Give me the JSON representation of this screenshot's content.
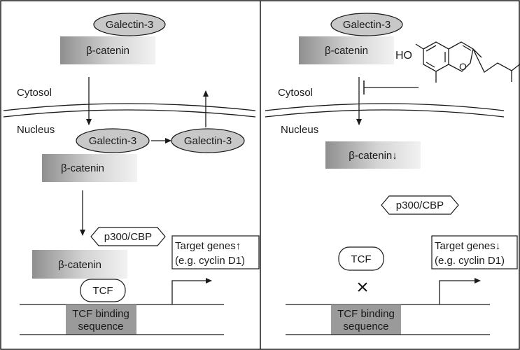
{
  "left_panel": {
    "galectin_top": "Galectin-3",
    "beta_catenin_top": "β-catenin",
    "cytosol": "Cytosol",
    "nucleus": "Nucleus",
    "galectin_nucleus": "Galectin-3",
    "galectin_export": "Galectin-3",
    "beta_catenin_nucleus": "β-catenin",
    "coactivator": "p300/CBP",
    "target_genes_line1": "Target genes↑",
    "target_genes_line2": "(e.g. cyclin D1)",
    "beta_catenin_bound": "β-catenin",
    "tcf": "TCF",
    "binding_line1": "TCF binding",
    "binding_line2": "sequence"
  },
  "right_panel": {
    "galectin_top": "Galectin-3",
    "beta_catenin_top": "β-catenin",
    "inhibitor_ho": "HO",
    "inhibitor_o": "O",
    "cytosol": "Cytosol",
    "nucleus": "Nucleus",
    "beta_catenin_nucleus": "β-catenin↓",
    "coactivator": "p300/CBP",
    "tcf": "TCF",
    "blocked_mark": "×",
    "target_genes_line1": "Target genes↓",
    "target_genes_line2": "(e.g. cyclin D1)",
    "binding_line1": "TCF binding",
    "binding_line2": "sequence"
  },
  "colors": {
    "ellipse_fill": "#c8c8c8",
    "box_gradient_dark": "#8f8f8f",
    "box_gradient_light": "#f2f2f2",
    "binding_box": "#9a9a9a",
    "stroke": "#1a1a1a"
  }
}
